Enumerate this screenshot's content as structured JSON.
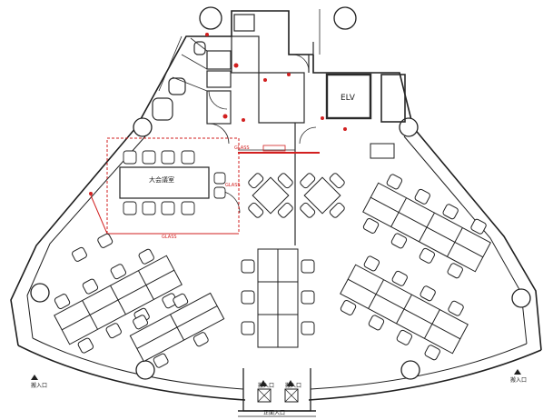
{
  "labels": {
    "elevator": "ELV",
    "meeting_room": "大会議室",
    "entrance": "搬入口",
    "front_entrance": "正面入口",
    "glass_partition_top": "GLASS",
    "glass_partition_left": "GLASS",
    "glass_vertical": "GLASS"
  },
  "colors": {
    "line": "#1f1f1f",
    "wall": "#2a2a2a",
    "red_partition": "#d21f1f",
    "marker": "#d21f1f"
  }
}
